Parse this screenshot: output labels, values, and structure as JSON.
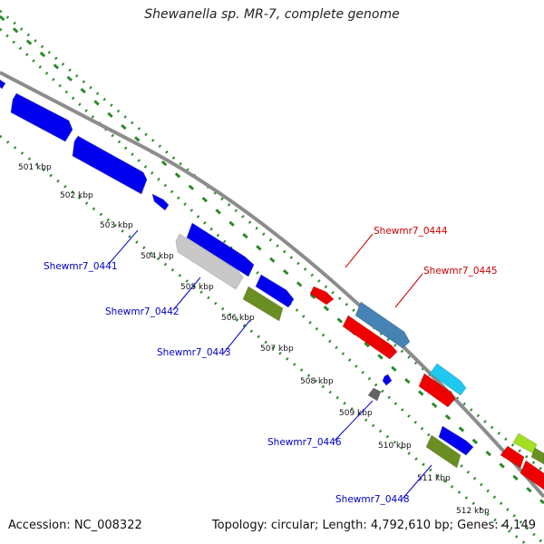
{
  "title": "Shewanella sp. MR-7, complete genome",
  "accession_text": "Accession: NC_008322",
  "summary_text": "Topology: circular; Length: 4,792,610 bp; Genes: 4,149",
  "colors": {
    "backbone": "#8c8c8c",
    "dots": "#2a8a2a",
    "blue_gene": "#0000ee",
    "red_gene": "#ee0000",
    "steel_gene": "#4682b4",
    "cyan_gene": "#1ec8f0",
    "olive_gene": "#6b8e23",
    "silver_gene": "#c8c8c8",
    "gray_gene": "#646464",
    "lime_gene": "#a0e020",
    "label_blue": "#0000cc",
    "label_red": "#cc0000"
  },
  "scale_ticks": [
    "501 kbp",
    "502 kbp",
    "503 kbp",
    "504 kbp",
    "505 kbp",
    "506 kbp",
    "507 kbp",
    "508 kbp",
    "509 kbp",
    "510 kbp",
    "511 kbp",
    "512 kbp"
  ],
  "gene_labels": [
    {
      "text": "Shewmr7_0441",
      "color": "blue"
    },
    {
      "text": "Shewmr7_0442",
      "color": "blue"
    },
    {
      "text": "Shewmr7_0443",
      "color": "blue"
    },
    {
      "text": "Shewmr7_0444",
      "color": "red"
    },
    {
      "text": "Shewmr7_0445",
      "color": "red"
    },
    {
      "text": "Shewmr7_0446",
      "color": "blue"
    },
    {
      "text": "Shewmr7_0448",
      "color": "blue"
    }
  ]
}
